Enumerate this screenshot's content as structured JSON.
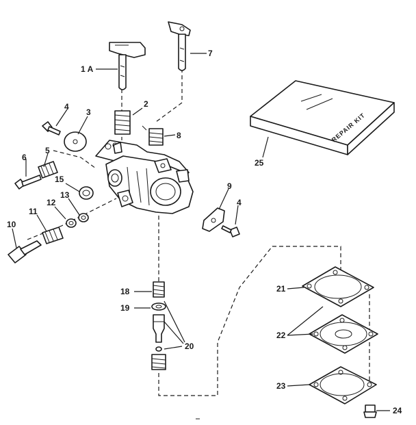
{
  "labels": {
    "p1a": "1 A",
    "p2": "2",
    "p3": "3",
    "p4a": "4",
    "p4b": "4",
    "p5": "5",
    "p6": "6",
    "p7": "7",
    "p8": "8",
    "p9": "9",
    "p10": "10",
    "p11": "11",
    "p12": "12",
    "p13": "13",
    "p15": "15",
    "p18": "18",
    "p19": "19",
    "p20": "20",
    "p21": "21",
    "p22": "22",
    "p23": "23",
    "p24": "24",
    "p25": "25"
  },
  "repair_kit": {
    "text": "REPAIR KIT"
  }
}
